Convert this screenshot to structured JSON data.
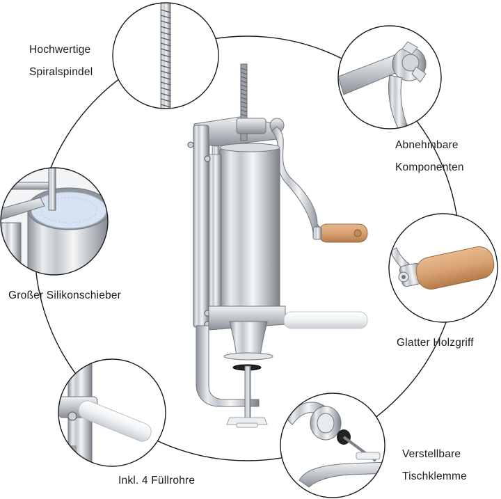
{
  "features": {
    "spindle": {
      "line1": "Hochwertige",
      "line2": "Spiralspindel"
    },
    "components": {
      "line1": "Abnehmbare",
      "line2": "Komponenten"
    },
    "pusher": {
      "line1": "Großer Silikonschieber"
    },
    "grip": {
      "line1": "Glatter Holzgriff"
    },
    "tubes": {
      "line1": "Inkl. 4 Füllrohre"
    },
    "clamp": {
      "line1": "Verstellbare",
      "line2": "Tischklemme"
    }
  },
  "colors": {
    "steel_light": "#eef0f2",
    "steel_mid": "#b9bec3",
    "steel_dark": "#6f757b",
    "wood": "#d9a272",
    "wood_dark": "#b97f4f",
    "silicone": "#d7e3f4",
    "outline": "#1a1a1a"
  }
}
